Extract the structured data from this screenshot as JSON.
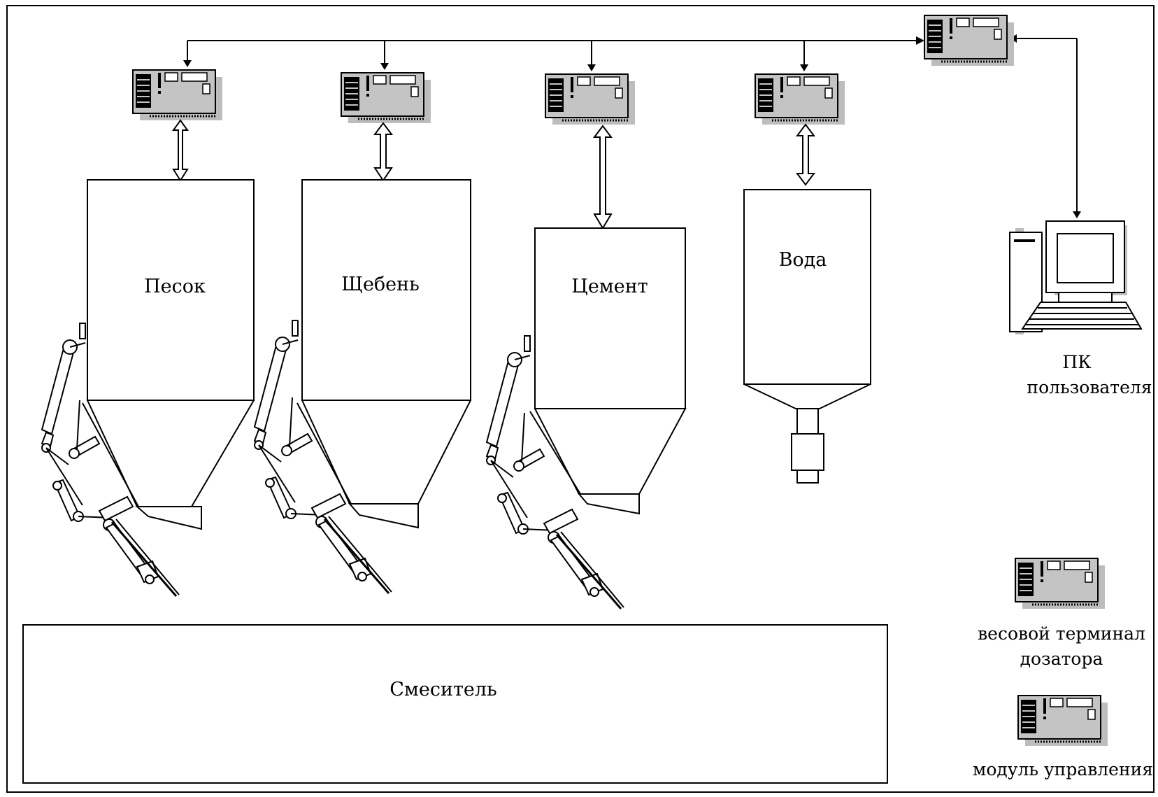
{
  "diagram": {
    "hoppers": [
      {
        "label": "Песок"
      },
      {
        "label": "Щебень"
      },
      {
        "label": "Цемент"
      },
      {
        "label": "Вода"
      }
    ],
    "mixer": {
      "label": "Смеситель"
    },
    "pc": {
      "line1": "ПК",
      "line2": "пользователя"
    },
    "legend": {
      "weigh_terminal": {
        "line1": "весовой терминал",
        "line2": "дозатора"
      },
      "control_module": {
        "label": "модуль управления"
      }
    },
    "colors": {
      "device_body": "#c0c0c0",
      "device_shadow": "#bdbdbd",
      "device_dark": "#000000",
      "line": "#000000"
    },
    "icons": [
      "weigh-terminal-icon",
      "control-module-icon",
      "computer-icon",
      "pneumatic-cylinder-icon"
    ]
  }
}
